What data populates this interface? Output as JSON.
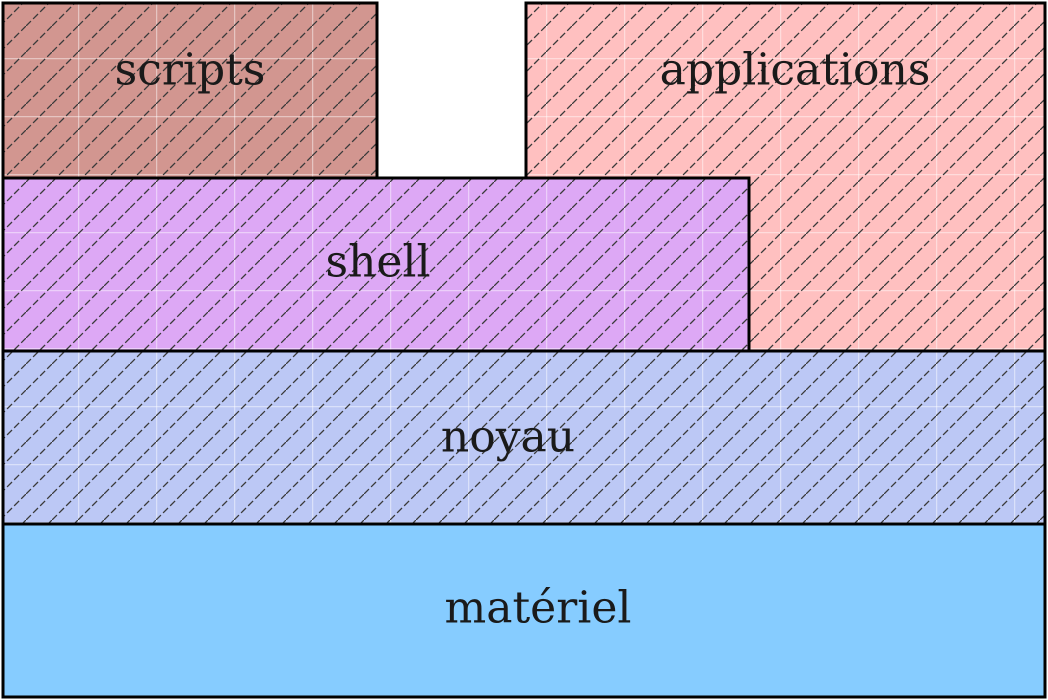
{
  "diagram": {
    "layers": {
      "scripts": {
        "label": "scripts",
        "color": "#d29690"
      },
      "applications": {
        "label": "applications",
        "color": "#ffc0c0"
      },
      "shell": {
        "label": "shell",
        "color": "#dda8f5"
      },
      "noyau": {
        "label": "noyau",
        "color": "#bcc8f5"
      },
      "materiel": {
        "label": "matériel",
        "color": "#86ccff"
      }
    }
  }
}
